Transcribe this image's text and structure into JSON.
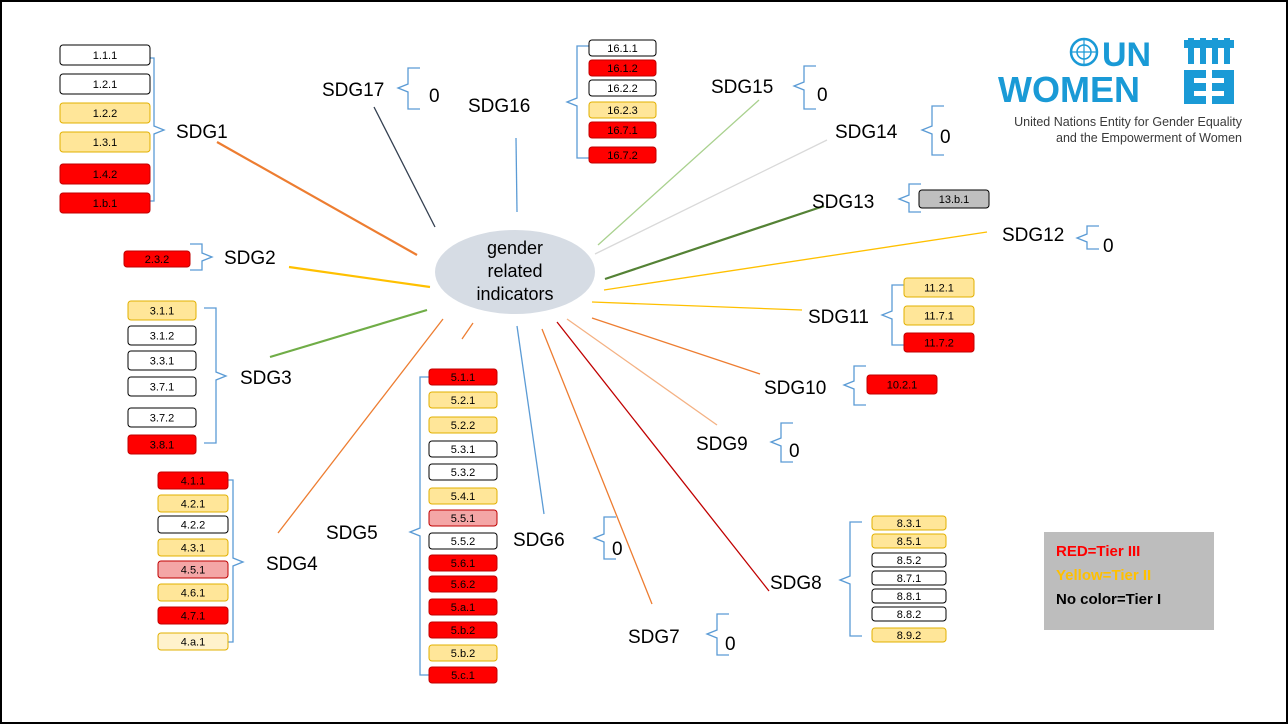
{
  "center_label": [
    "gender",
    "related",
    "indicators"
  ],
  "colors": {
    "tier3": "#ff0000",
    "tier3_light": "#f4a6a6",
    "tier2": "#ffe699",
    "tier2_border": "#e2b000",
    "tier1": "#ffffff",
    "tier2_pale": "#fff2cc",
    "grey": "#bfbfbf",
    "center_fill": "#d6dce4"
  },
  "sdgs": [
    {
      "id": "sdg1",
      "label": "SDG1",
      "indicators": [
        {
          "code": "1.1.1",
          "tier": "none"
        },
        {
          "code": "1.2.1",
          "tier": "none"
        },
        {
          "code": "1.2.2",
          "tier": "yellow"
        },
        {
          "code": "1.3.1",
          "tier": "yellow"
        },
        {
          "code": "1.4.2",
          "tier": "red"
        },
        {
          "code": "1.b.1",
          "tier": "red"
        }
      ]
    },
    {
      "id": "sdg2",
      "label": "SDG2",
      "indicators": [
        {
          "code": "2.3.2",
          "tier": "red"
        }
      ]
    },
    {
      "id": "sdg3",
      "label": "SDG3",
      "indicators": [
        {
          "code": "3.1.1",
          "tier": "yellow"
        },
        {
          "code": "3.1.2",
          "tier": "none"
        },
        {
          "code": "3.3.1",
          "tier": "none"
        },
        {
          "code": "3.7.1",
          "tier": "none"
        },
        {
          "code": "3.7.2",
          "tier": "none"
        },
        {
          "code": "3.8.1",
          "tier": "red"
        }
      ]
    },
    {
      "id": "sdg4",
      "label": "SDG4",
      "indicators": [
        {
          "code": "4.1.1",
          "tier": "red"
        },
        {
          "code": "4.2.1",
          "tier": "yellow"
        },
        {
          "code": "4.2.2",
          "tier": "none"
        },
        {
          "code": "4.3.1",
          "tier": "yellow"
        },
        {
          "code": "4.5.1",
          "tier": "lightred"
        },
        {
          "code": "4.6.1",
          "tier": "yellow"
        },
        {
          "code": "4.7.1",
          "tier": "red"
        },
        {
          "code": "4.a.1",
          "tier": "pale"
        }
      ]
    },
    {
      "id": "sdg5",
      "label": "SDG5",
      "indicators": [
        {
          "code": "5.1.1",
          "tier": "red"
        },
        {
          "code": "5.2.1",
          "tier": "yellow"
        },
        {
          "code": "5.2.2",
          "tier": "yellow"
        },
        {
          "code": "5.3.1",
          "tier": "none"
        },
        {
          "code": "5.3.2",
          "tier": "none"
        },
        {
          "code": "5.4.1",
          "tier": "yellow"
        },
        {
          "code": "5.5.1",
          "tier": "lightred"
        },
        {
          "code": "5.5.2",
          "tier": "none"
        },
        {
          "code": "5.6.1",
          "tier": "red"
        },
        {
          "code": "5.6.2",
          "tier": "red"
        },
        {
          "code": "5.a.1",
          "tier": "red"
        },
        {
          "code": "5.b.2",
          "tier": "red"
        },
        {
          "code": "5.b.2",
          "tier": "yellow"
        },
        {
          "code": "5.c.1",
          "tier": "red"
        }
      ]
    },
    {
      "id": "sdg6",
      "label": "SDG6",
      "zero": "0"
    },
    {
      "id": "sdg7",
      "label": "SDG7",
      "zero": "0"
    },
    {
      "id": "sdg8",
      "label": "SDG8",
      "indicators": [
        {
          "code": "8.3.1",
          "tier": "yellow"
        },
        {
          "code": "8.5.1",
          "tier": "yellow"
        },
        {
          "code": "8.5.2",
          "tier": "none"
        },
        {
          "code": "8.7.1",
          "tier": "none"
        },
        {
          "code": "8.8.1",
          "tier": "none"
        },
        {
          "code": "8.8.2",
          "tier": "none"
        },
        {
          "code": "8.9.2",
          "tier": "yellow"
        }
      ]
    },
    {
      "id": "sdg9",
      "label": "SDG9",
      "zero": "0"
    },
    {
      "id": "sdg10",
      "label": "SDG10",
      "indicators": [
        {
          "code": "10.2.1",
          "tier": "red"
        }
      ]
    },
    {
      "id": "sdg11",
      "label": "SDG11",
      "indicators": [
        {
          "code": "11.2.1",
          "tier": "yellow"
        },
        {
          "code": "11.7.1",
          "tier": "yellow"
        },
        {
          "code": "11.7.2",
          "tier": "red"
        }
      ]
    },
    {
      "id": "sdg12",
      "label": "SDG12",
      "zero": "0"
    },
    {
      "id": "sdg13",
      "label": "SDG13",
      "indicators": [
        {
          "code": "13.b.1",
          "tier": "grey"
        }
      ]
    },
    {
      "id": "sdg14",
      "label": "SDG14",
      "zero": "0"
    },
    {
      "id": "sdg15",
      "label": "SDG15",
      "zero": "0"
    },
    {
      "id": "sdg16",
      "label": "SDG16",
      "indicators": [
        {
          "code": "16.1.1",
          "tier": "none"
        },
        {
          "code": "16.1.2",
          "tier": "red"
        },
        {
          "code": "16.2.2",
          "tier": "none"
        },
        {
          "code": "16.2.3",
          "tier": "yellow"
        },
        {
          "code": "16.7.1",
          "tier": "red"
        },
        {
          "code": "16.7.2",
          "tier": "red"
        }
      ]
    },
    {
      "id": "sdg17",
      "label": "SDG17",
      "zero": "0"
    }
  ],
  "legend": {
    "red": "RED=Tier III",
    "yellow": "Yellow=Tier II",
    "none": "No color=Tier I"
  },
  "logo": {
    "line1": "UN",
    "line2": "WOMEN",
    "caption1": "United Nations Entity for Gender Equality",
    "caption2": "and the Empowerment of Women",
    "brand_color": "#1a9ad6"
  }
}
